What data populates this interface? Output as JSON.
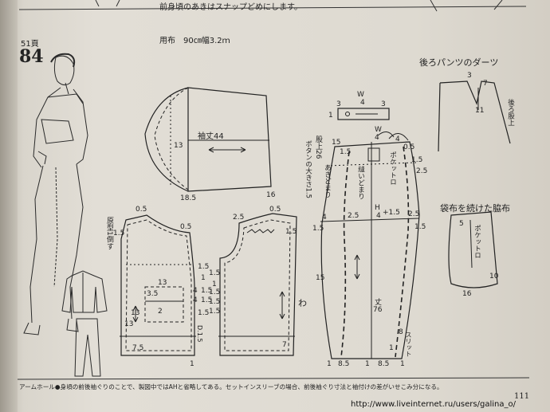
{
  "header": {
    "top_note": "前身頃のあきはスナップどめにします。",
    "page_ref": "51頁",
    "pattern_number": "84",
    "fabric": "用布　90㎝幅3.2ｍ"
  },
  "sleeve": {
    "label": "袖丈44",
    "height": "13",
    "bottom_left": "18.5",
    "bottom_right": "16"
  },
  "bodice_front": {
    "note_lines": [
      "原",
      "型",
      "1",
      "倒",
      "す"
    ],
    "top_a": "0.5",
    "top_b": "0.5",
    "side": "1.5",
    "pocket_width": "13",
    "pocket_side": "3.5",
    "pocket_num": "2",
    "pocket_height": "13",
    "left_dim": "13",
    "bottom_dim": "7.5",
    "bottom_right": "1",
    "right_dims": [
      "1.5",
      "1",
      "4",
      "1.5",
      "4",
      "1.5",
      "1.5"
    ],
    "bottom_right_label": "D.1.5"
  },
  "bodice_back": {
    "top_left": "2.5",
    "top_right": "0.5",
    "side": "1.5",
    "fold_mark": "わ",
    "bottom_dim": "7",
    "left_dims": [
      "1.5",
      "1",
      "1.5",
      "1.5",
      "1.5"
    ]
  },
  "waistband": {
    "width_label": "W",
    "width_num": "4",
    "left": "3",
    "right": "3",
    "top": "1"
  },
  "pants": {
    "label_rise": [
      "股",
      "上",
      "26"
    ],
    "label_button": [
      "ボ",
      "タ",
      "ン",
      "の",
      "大",
      "き",
      "さ",
      "1.5"
    ],
    "label_opening": [
      "あ",
      "き",
      "ど",
      "ま",
      "り"
    ],
    "label_stitch": [
      "縫",
      "い",
      "ど",
      "ま",
      "り"
    ],
    "label_pocket": [
      "ポ",
      "ケ",
      "ッ",
      "ト",
      "ロ"
    ],
    "label_slit": [
      "ス",
      "リ",
      "ッ",
      "ト"
    ],
    "hip_a": "H",
    "hip_b": "4",
    "hip_c": "+1.5",
    "length_label": "丈",
    "length_num": "76",
    "waist_label": "W",
    "waist_num": "4",
    "dims": [
      "15",
      "1.5",
      "2.5",
      "4",
      "2.5",
      "1.5",
      "15",
      "4",
      "0.5",
      "1.5",
      "2.5",
      "1.5",
      "8",
      "1"
    ],
    "bottom_dims": [
      "1",
      "8.5",
      "1",
      "8.5",
      "1"
    ]
  },
  "darts": {
    "title": "後ろパンツのダーツ",
    "nums": [
      "3",
      "7",
      "11"
    ],
    "side_label": [
      "後",
      "ろ",
      "股",
      "上"
    ]
  },
  "side_pocket": {
    "title": "袋布を続けた脇布",
    "top": "5",
    "right": "10",
    "bottom": "16",
    "pocket_label": [
      "ポ",
      "ケ",
      "ッ",
      "ト",
      "ロ"
    ]
  },
  "footer": {
    "note": "アームホール●身頃の前後袖ぐりのことで、製図中ではAHと省略してある。セットインスリーブの場合、前後袖ぐり寸法と袖付けの差がいせこみ分になる。",
    "page_number": "111",
    "watermark": "http://www.liveinternet.ru/users/galina_o/"
  }
}
